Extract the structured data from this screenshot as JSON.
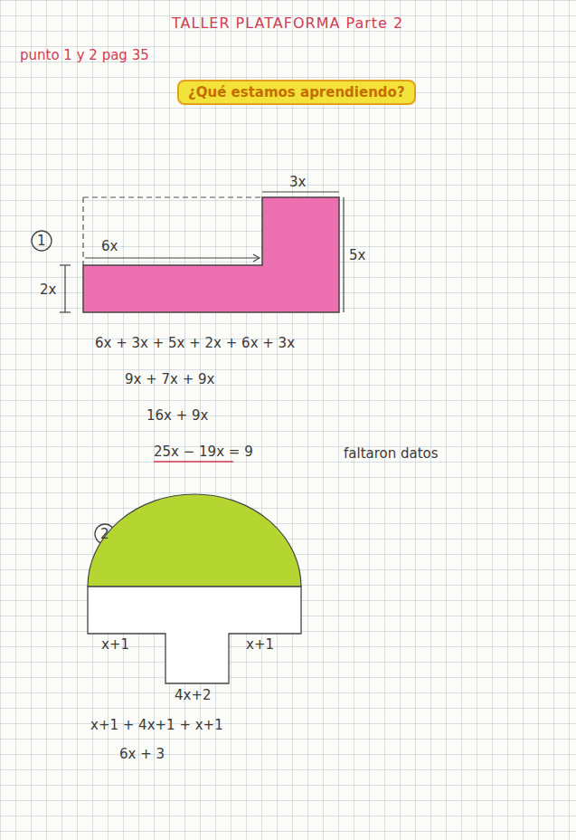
{
  "diagram": {
    "title": "TALLER PLATAFORMA Parte 2",
    "nodes": [
      {
        "text": [
          "¿Qué estamos aprendiendo?"
        ]
      }
    ],
    "labels": [
      "punto 1 y 2 pag 35",
      "1",
      "3x",
      "6x",
      "5x",
      "2x",
      "6x + 3x + 5x + 2x + 6x + 3x",
      "9x + 7x + 9x",
      "16x + 9x",
      "25x − 19x = 9",
      "faltaron datos",
      "2",
      "x+1",
      "x+1",
      "4x+2",
      "x+1 + 4x+1 + x+1",
      "6x + 3"
    ]
  }
}
